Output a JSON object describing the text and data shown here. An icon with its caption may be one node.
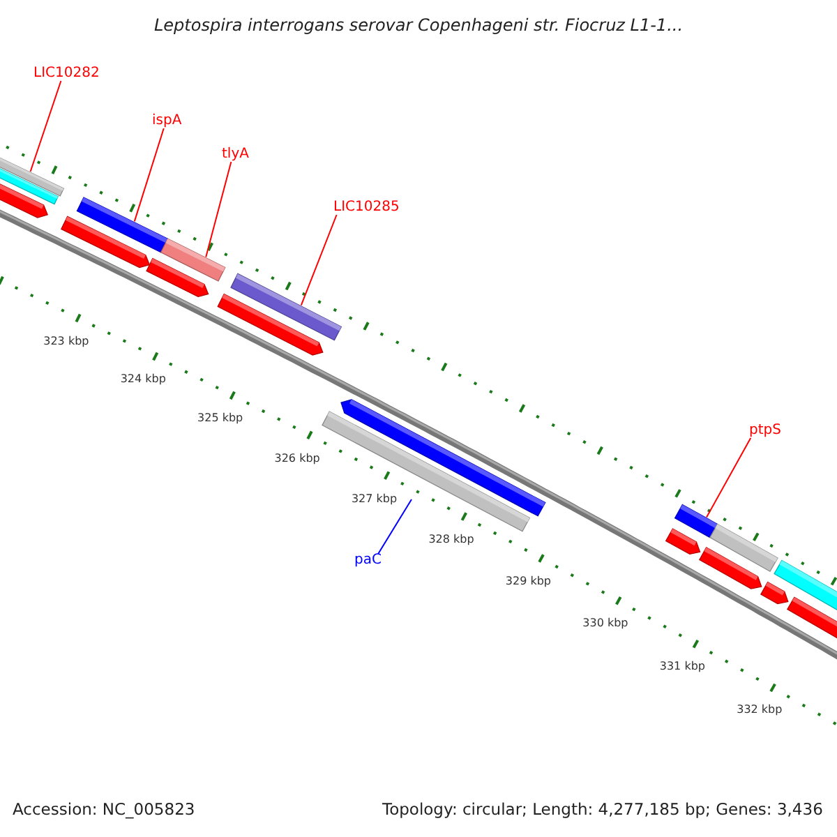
{
  "diagram": {
    "title": "Leptospira interrogans serovar Copenhageni str. Fiocruz L1-1...",
    "nodes": [
      {
        "text": [
          "LIC10282"
        ]
      },
      {
        "text": [],
        "shape": "bar"
      },
      {
        "text": [
          "ispA"
        ]
      },
      {
        "text": [],
        "shape": "bar"
      },
      {
        "text": [
          "tlyA"
        ]
      },
      {
        "text": [],
        "shape": "bar"
      },
      {
        "text": [
          "LIC10285"
        ]
      },
      {
        "text": [],
        "shape": "bar"
      },
      {
        "text": [
          "paC"
        ]
      },
      {
        "text": [
          "ptpS"
        ]
      },
      {
        "text": [],
        "shape": "bar"
      }
    ],
    "edges": [
      {
        "from": 0,
        "to": 1,
        "arrow": "none"
      },
      {
        "from": 2,
        "to": 3,
        "arrow": "none"
      },
      {
        "from": 4,
        "to": 5,
        "arrow": "none"
      },
      {
        "from": 6,
        "to": 7,
        "arrow": "none"
      },
      {
        "from": 8,
        "to": null,
        "arrow": "none",
        "color": "#0000ff"
      },
      {
        "from": 9,
        "to": 10,
        "arrow": "none"
      }
    ],
    "labels": [
      "323 kbp",
      "324 kbp",
      "325 kbp",
      "326 kbp",
      "327 kbp",
      "328 kbp",
      "329 kbp",
      "330 kbp",
      "331 kbp",
      "332 kbp",
      "Accession: NC_005823",
      "Topology: circular; Length: 4,277,185 bp; Genes: 3,436"
    ]
  }
}
